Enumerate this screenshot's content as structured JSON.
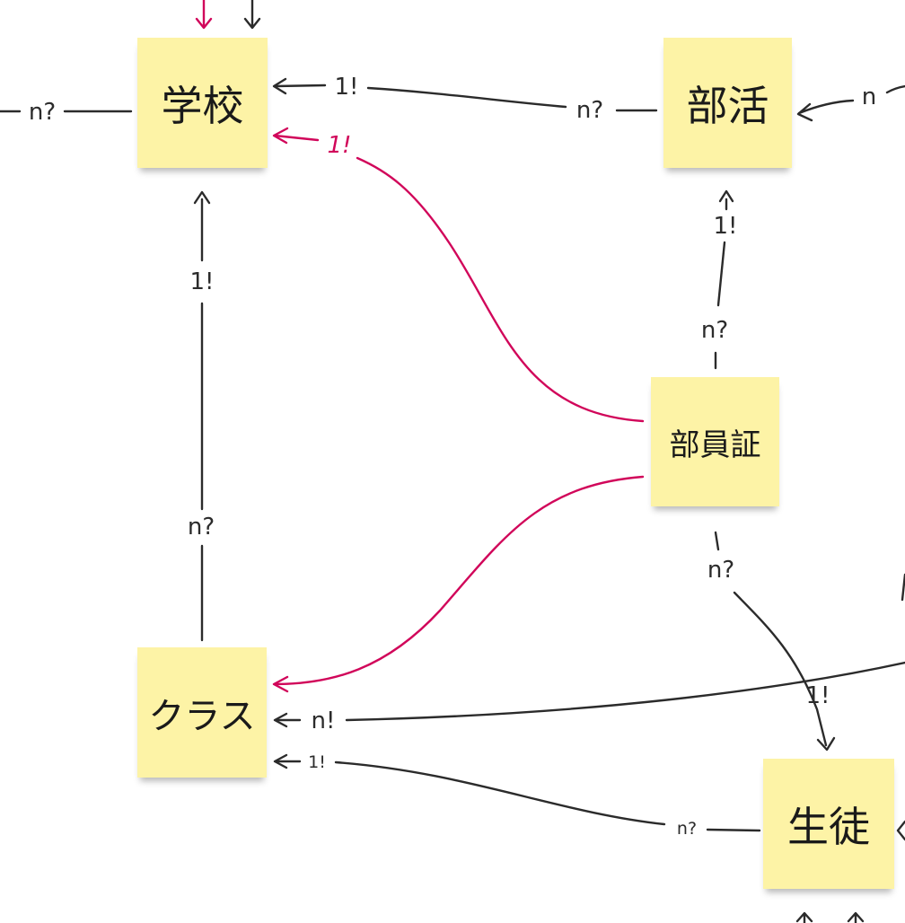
{
  "colors": {
    "note": "#fdf3a6",
    "line": "#2b2b2b",
    "accent": "#d1065a"
  },
  "notes": {
    "school": "学校",
    "club": "部活",
    "member_card": "部員証",
    "class": "クラス",
    "student": "生徒"
  },
  "labels": {
    "left_school": "n?",
    "club_school_from": "n?",
    "club_school_to": "1!",
    "card_school_to": "1!",
    "class_school_to": "1!",
    "class_school_from": "n?",
    "card_club_to": "1!",
    "card_club_from": "n?",
    "right_club": "n",
    "card_student_from": "n?",
    "card_student_to": "1!",
    "right_class": "n!",
    "student_class_to": "1!",
    "student_class_from": "n?"
  }
}
